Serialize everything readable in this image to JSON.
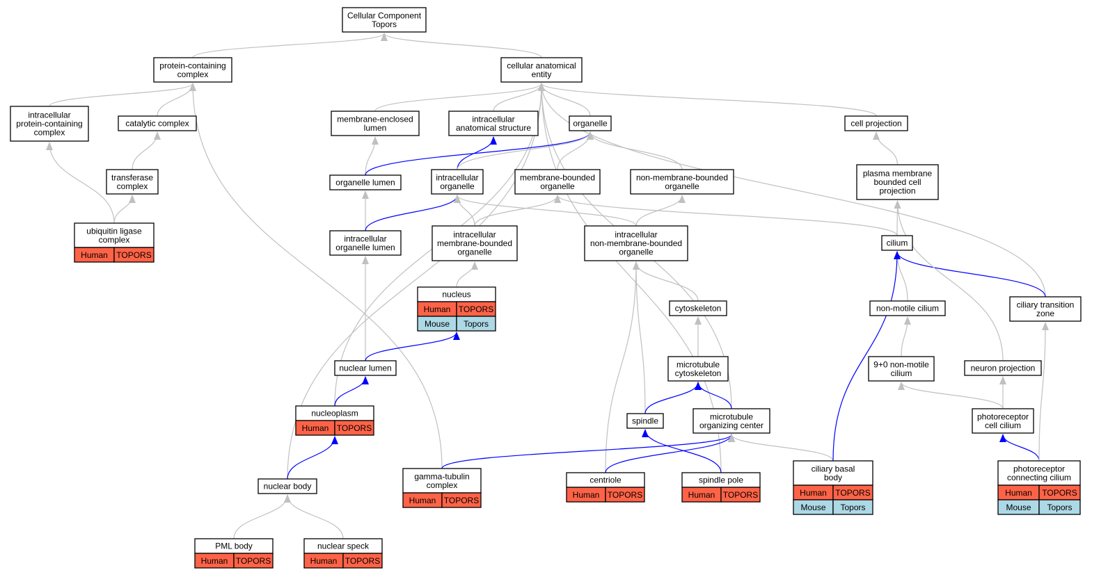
{
  "colors": {
    "edge_is_a": "#c0c0c0",
    "edge_part_of": "#0000ff",
    "human": "#ff6347",
    "mouse": "#add8e6"
  },
  "nodes": [
    {
      "id": "cc",
      "label": [
        "Cellular Component",
        "Topors"
      ],
      "tags": []
    },
    {
      "id": "pcc",
      "label": [
        "protein-containing",
        "complex"
      ],
      "tags": []
    },
    {
      "id": "cae",
      "label": [
        "cellular anatomical",
        "entity"
      ],
      "tags": []
    },
    {
      "id": "ipcc",
      "label": [
        "intracellular",
        "protein-containing",
        "complex"
      ],
      "tags": []
    },
    {
      "id": "catc",
      "label": [
        "catalytic complex"
      ],
      "tags": []
    },
    {
      "id": "mel",
      "label": [
        "membrane-enclosed",
        "lumen"
      ],
      "tags": []
    },
    {
      "id": "ias",
      "label": [
        "intracellular",
        "anatomical structure"
      ],
      "tags": []
    },
    {
      "id": "org",
      "label": [
        "organelle"
      ],
      "tags": []
    },
    {
      "id": "cproj",
      "label": [
        "cell projection"
      ],
      "tags": []
    },
    {
      "id": "trc",
      "label": [
        "transferase",
        "complex"
      ],
      "tags": []
    },
    {
      "id": "orgl",
      "label": [
        "organelle lumen"
      ],
      "tags": []
    },
    {
      "id": "io",
      "label": [
        "intracellular",
        "organelle"
      ],
      "tags": []
    },
    {
      "id": "mbo",
      "label": [
        "membrane-bounded",
        "organelle"
      ],
      "tags": []
    },
    {
      "id": "nmbo",
      "label": [
        "non-membrane-bounded",
        "organelle"
      ],
      "tags": []
    },
    {
      "id": "pmbcp",
      "label": [
        "plasma membrane",
        "bounded cell",
        "projection"
      ],
      "tags": []
    },
    {
      "id": "ulc",
      "label": [
        "ubiquitin ligase",
        "complex"
      ],
      "tags": [
        {
          "species": "Human",
          "gene": "TOPORS"
        }
      ]
    },
    {
      "id": "iol",
      "label": [
        "intracellular",
        "organelle lumen"
      ],
      "tags": []
    },
    {
      "id": "imbo",
      "label": [
        "intracellular",
        "membrane-bounded",
        "organelle"
      ],
      "tags": []
    },
    {
      "id": "inmbo",
      "label": [
        "intracellular",
        "non-membrane-bounded",
        "organelle"
      ],
      "tags": []
    },
    {
      "id": "cil",
      "label": [
        "cilium"
      ],
      "tags": []
    },
    {
      "id": "nuc",
      "label": [
        "nucleus"
      ],
      "tags": [
        {
          "species": "Human",
          "gene": "TOPORS"
        },
        {
          "species": "Mouse",
          "gene": "Topors"
        }
      ]
    },
    {
      "id": "cysk",
      "label": [
        "cytoskeleton"
      ],
      "tags": []
    },
    {
      "id": "nmc",
      "label": [
        "non-motile cilium"
      ],
      "tags": []
    },
    {
      "id": "ctz",
      "label": [
        "ciliary transition",
        "zone"
      ],
      "tags": []
    },
    {
      "id": "nl",
      "label": [
        "nuclear lumen"
      ],
      "tags": []
    },
    {
      "id": "mtc",
      "label": [
        "microtubule",
        "cytoskeleton"
      ],
      "tags": []
    },
    {
      "id": "nmc90",
      "label": [
        "9+0 non-motile",
        "cilium"
      ],
      "tags": []
    },
    {
      "id": "np",
      "label": [
        "neuron projection"
      ],
      "tags": []
    },
    {
      "id": "nplasm",
      "label": [
        "nucleoplasm"
      ],
      "tags": [
        {
          "species": "Human",
          "gene": "TOPORS"
        }
      ]
    },
    {
      "id": "spindle",
      "label": [
        "spindle"
      ],
      "tags": []
    },
    {
      "id": "moc",
      "label": [
        "microtubule",
        "organizing center"
      ],
      "tags": []
    },
    {
      "id": "pcc2",
      "label": [
        "photoreceptor",
        "cell cilium"
      ],
      "tags": []
    },
    {
      "id": "gtc",
      "label": [
        "gamma-tubulin",
        "complex"
      ],
      "tags": [
        {
          "species": "Human",
          "gene": "TOPORS"
        }
      ]
    },
    {
      "id": "nbody",
      "label": [
        "nuclear body"
      ],
      "tags": []
    },
    {
      "id": "centriole",
      "label": [
        "centriole"
      ],
      "tags": [
        {
          "species": "Human",
          "gene": "TOPORS"
        }
      ]
    },
    {
      "id": "spole",
      "label": [
        "spindle pole"
      ],
      "tags": [
        {
          "species": "Human",
          "gene": "TOPORS"
        }
      ]
    },
    {
      "id": "cbb",
      "label": [
        "ciliary basal",
        "body"
      ],
      "tags": [
        {
          "species": "Human",
          "gene": "TOPORS"
        },
        {
          "species": "Mouse",
          "gene": "Topors"
        }
      ]
    },
    {
      "id": "pcci",
      "label": [
        "photoreceptor",
        "connecting cilium"
      ],
      "tags": [
        {
          "species": "Human",
          "gene": "TOPORS"
        },
        {
          "species": "Mouse",
          "gene": "Topors"
        }
      ]
    },
    {
      "id": "pml",
      "label": [
        "PML body"
      ],
      "tags": [
        {
          "species": "Human",
          "gene": "TOPORS"
        }
      ]
    },
    {
      "id": "nspeck",
      "label": [
        "nuclear speck"
      ],
      "tags": [
        {
          "species": "Human",
          "gene": "TOPORS"
        }
      ]
    }
  ],
  "edges": [
    {
      "from": "pcc",
      "to": "cc",
      "type": "is_a"
    },
    {
      "from": "cae",
      "to": "cc",
      "type": "is_a"
    },
    {
      "from": "ipcc",
      "to": "pcc",
      "type": "is_a"
    },
    {
      "from": "catc",
      "to": "pcc",
      "type": "is_a"
    },
    {
      "from": "trc",
      "to": "catc",
      "type": "is_a"
    },
    {
      "from": "ulc",
      "to": "trc",
      "type": "is_a"
    },
    {
      "from": "ulc",
      "to": "ipcc",
      "type": "is_a"
    },
    {
      "from": "gtc",
      "to": "pcc",
      "type": "is_a"
    },
    {
      "from": "mel",
      "to": "cae",
      "type": "is_a"
    },
    {
      "from": "ias",
      "to": "cae",
      "type": "is_a"
    },
    {
      "from": "org",
      "to": "cae",
      "type": "is_a"
    },
    {
      "from": "cproj",
      "to": "cae",
      "type": "is_a"
    },
    {
      "from": "nbody",
      "to": "cae",
      "type": "is_a"
    },
    {
      "from": "nplasm",
      "to": "cae",
      "type": "is_a"
    },
    {
      "from": "moc",
      "to": "cae",
      "type": "is_a"
    },
    {
      "from": "spole",
      "to": "cae",
      "type": "is_a"
    },
    {
      "from": "ctz",
      "to": "cae",
      "type": "is_a"
    },
    {
      "from": "orgl",
      "to": "mel",
      "type": "is_a"
    },
    {
      "from": "orgl",
      "to": "org",
      "type": "part_of"
    },
    {
      "from": "io",
      "to": "ias",
      "type": "part_of"
    },
    {
      "from": "io",
      "to": "org",
      "type": "is_a"
    },
    {
      "from": "mbo",
      "to": "org",
      "type": "is_a"
    },
    {
      "from": "nmbo",
      "to": "org",
      "type": "is_a"
    },
    {
      "from": "iol",
      "to": "orgl",
      "type": "is_a"
    },
    {
      "from": "iol",
      "to": "io",
      "type": "part_of"
    },
    {
      "from": "imbo",
      "to": "io",
      "type": "is_a"
    },
    {
      "from": "imbo",
      "to": "mbo",
      "type": "is_a"
    },
    {
      "from": "inmbo",
      "to": "io",
      "type": "is_a"
    },
    {
      "from": "inmbo",
      "to": "nmbo",
      "type": "is_a"
    },
    {
      "from": "cil",
      "to": "mbo",
      "type": "is_a"
    },
    {
      "from": "pmbcp",
      "to": "cproj",
      "type": "is_a"
    },
    {
      "from": "cil",
      "to": "pmbcp",
      "type": "is_a"
    },
    {
      "from": "nuc",
      "to": "imbo",
      "type": "is_a"
    },
    {
      "from": "nl",
      "to": "iol",
      "type": "is_a"
    },
    {
      "from": "nl",
      "to": "nuc",
      "type": "part_of"
    },
    {
      "from": "nplasm",
      "to": "nl",
      "type": "part_of"
    },
    {
      "from": "nbody",
      "to": "nplasm",
      "type": "part_of"
    },
    {
      "from": "pml",
      "to": "nbody",
      "type": "is_a"
    },
    {
      "from": "nspeck",
      "to": "nbody",
      "type": "is_a"
    },
    {
      "from": "cysk",
      "to": "inmbo",
      "type": "is_a"
    },
    {
      "from": "mtc",
      "to": "cysk",
      "type": "is_a"
    },
    {
      "from": "spindle",
      "to": "inmbo",
      "type": "is_a"
    },
    {
      "from": "spindle",
      "to": "mtc",
      "type": "part_of"
    },
    {
      "from": "moc",
      "to": "mtc",
      "type": "part_of"
    },
    {
      "from": "centriole",
      "to": "inmbo",
      "type": "is_a"
    },
    {
      "from": "centriole",
      "to": "moc",
      "type": "part_of"
    },
    {
      "from": "gtc",
      "to": "moc",
      "type": "part_of"
    },
    {
      "from": "spole",
      "to": "spindle",
      "type": "part_of"
    },
    {
      "from": "cbb",
      "to": "moc",
      "type": "is_a"
    },
    {
      "from": "cbb",
      "to": "cil",
      "type": "part_of"
    },
    {
      "from": "nmc",
      "to": "cil",
      "type": "is_a"
    },
    {
      "from": "ctz",
      "to": "cil",
      "type": "part_of"
    },
    {
      "from": "nmc90",
      "to": "nmc",
      "type": "is_a"
    },
    {
      "from": "np",
      "to": "pmbcp",
      "type": "is_a"
    },
    {
      "from": "pcc2",
      "to": "nmc90",
      "type": "is_a"
    },
    {
      "from": "pcc2",
      "to": "np",
      "type": "is_a"
    },
    {
      "from": "pcci",
      "to": "pcc2",
      "type": "part_of"
    },
    {
      "from": "pcci",
      "to": "ctz",
      "type": "is_a"
    }
  ]
}
